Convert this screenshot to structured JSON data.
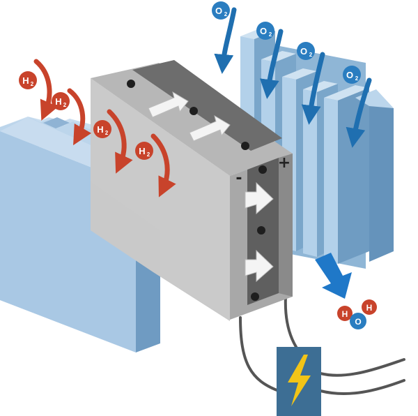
{
  "molecules": {
    "hydrogen": {
      "element": "H",
      "subscript": "2"
    },
    "oxygen": {
      "element": "O",
      "subscript": "2"
    },
    "water": {
      "h": "H",
      "o": "O"
    }
  },
  "electrodes": {
    "negative_sign": "-",
    "positive_sign": "+"
  },
  "icons": {
    "power": "lightning-bolt-icon",
    "electron": "electron-dot",
    "flow": "arrow-icon"
  },
  "colors": {
    "hydrogen_arrow": "#c8432b",
    "hydrogen_badge": "#c8432b",
    "oxygen_arrow": "#1f6fb0",
    "oxygen_badge": "#2a7dc0",
    "water_out_arrow": "#1f78c8",
    "anode_plate": "#a9c8e4",
    "cathode_plates": "#9ec4e2",
    "electrolyte_block": "#c4c4c4",
    "electrode_strip": "#6a6a6a",
    "power_box": "#3d6e94",
    "bolt": "#f2c417"
  }
}
